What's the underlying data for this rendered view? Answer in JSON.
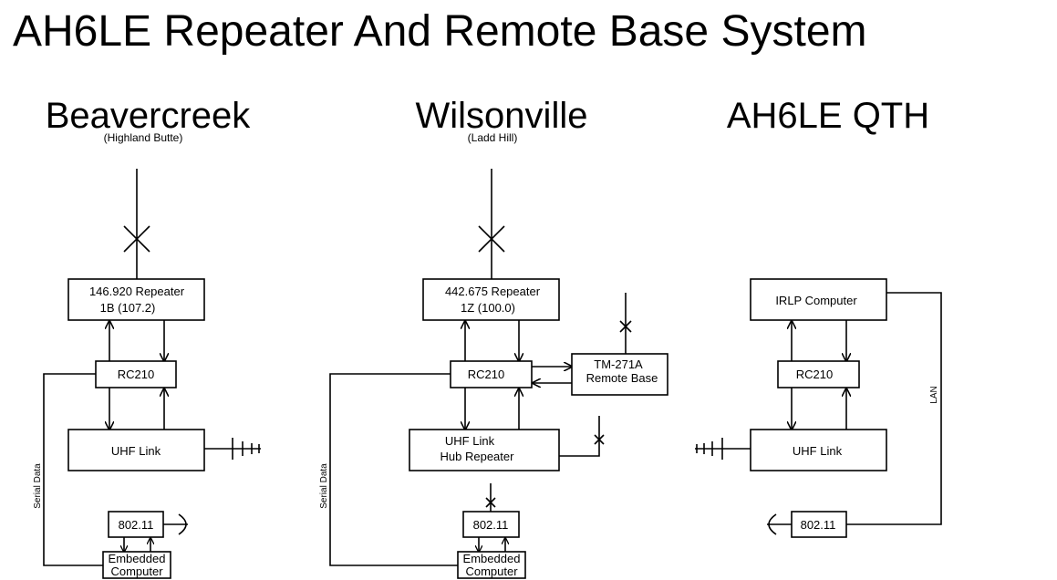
{
  "title": "AH6LE Repeater And Remote Base System",
  "sites": [
    {
      "name": "Beavercreek",
      "sub": "(Highland Butte)",
      "repeater": [
        "146.920 Repeater",
        "1B (107.2)"
      ],
      "controller": "RC210",
      "link": "UHF Link",
      "wifi": "802.11",
      "computer": [
        "Embedded",
        "Computer"
      ],
      "serial": "Serial Data"
    },
    {
      "name": "Wilsonville",
      "sub": "(Ladd Hill)",
      "repeater": [
        "442.675 Repeater",
        "1Z (100.0)"
      ],
      "controller": "RC210",
      "remote": [
        "TM-271A",
        "Remote Base"
      ],
      "link": [
        "UHF Link",
        "Hub Repeater"
      ],
      "wifi": "802.11",
      "computer": [
        "Embedded",
        "Computer"
      ],
      "serial": "Serial Data"
    },
    {
      "name": "AH6LE QTH",
      "irlp": "IRLP Computer",
      "controller": "RC210",
      "link": "UHF Link",
      "wifi": "802.11",
      "lan": "LAN"
    }
  ]
}
